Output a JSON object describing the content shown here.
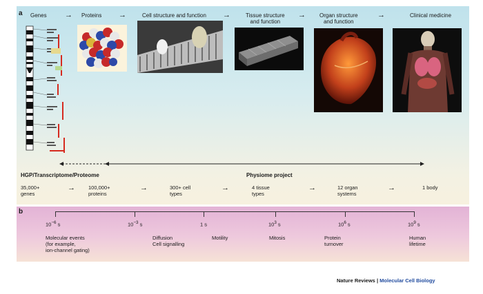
{
  "panel_a": {
    "label": "a",
    "stages": [
      {
        "label": "Genes"
      },
      {
        "label": "Proteins"
      },
      {
        "label": "Cell structure and function"
      },
      {
        "label": "Tissue structure\nand function"
      },
      {
        "label": "Organ structure\nand function"
      },
      {
        "label": "Clinical medicine"
      }
    ],
    "projects": {
      "left": "HGP/Transcriptome/Proteome",
      "right": "Physiome project"
    },
    "counts": [
      "35,000+\ngenes",
      "100,000+\nproteins",
      "300+ cell\ntypes",
      "4 tissue\ntypes",
      "12 organ\nsystems",
      "1 body"
    ]
  },
  "panel_b": {
    "label": "b",
    "ticks": [
      {
        "base": "10",
        "exp": "−6",
        "unit": " s",
        "event": "Molecular events\n(for example,\nion-channel gating)"
      },
      {
        "base": "10",
        "exp": "−3",
        "unit": " s",
        "event": "Diffusion\nCell signalling"
      },
      {
        "base": "",
        "exp": "",
        "unit": "1 s",
        "event": "Motility"
      },
      {
        "base": "10",
        "exp": "3",
        "unit": " s",
        "event": "Mitosis"
      },
      {
        "base": "10",
        "exp": "6",
        "unit": " s",
        "event": "Protein\nturnover"
      },
      {
        "base": "10",
        "exp": "9",
        "unit": " s",
        "event": "Human\nlifetime"
      }
    ]
  },
  "credit": {
    "journal": "Nature Reviews",
    "separator": "|",
    "section": "Molecular Cell Biology"
  }
}
